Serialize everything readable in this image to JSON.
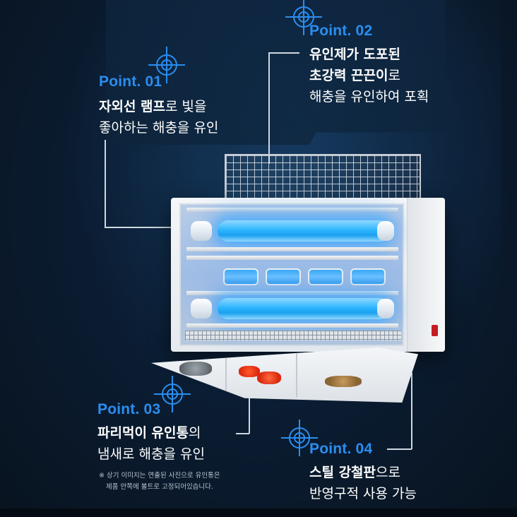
{
  "accent_color": "#2a8ef0",
  "points": [
    {
      "label": "Point. 01",
      "line1_bold": "자외선 램프",
      "line1_rest": "로 빛을",
      "line2": "좋아하는 해충을 유인"
    },
    {
      "label": "Point. 02",
      "line1": "유인제가 도포된",
      "line2_bold": "초강력 끈끈이",
      "line2_rest": "로",
      "line3": "해충을 유인하여 포획"
    },
    {
      "label": "Point. 03",
      "line1_bold": "파리먹이 유인통",
      "line1_rest": "의",
      "line2": "냄새로 해충을 유인",
      "note_line1": "※ 상기 이미지는 연출된 사진으로 유인통은",
      "note_line2": "제품 안쪽에 볼트로 고정되어있습니다."
    },
    {
      "label": "Point. 04",
      "line1_bold": "스틸 강철판",
      "line1_rest": "으로",
      "line2": "반영구적 사용 가능"
    }
  ],
  "icons": {
    "reticle": "crosshair-target-icon",
    "switch": "power-switch-icon"
  }
}
